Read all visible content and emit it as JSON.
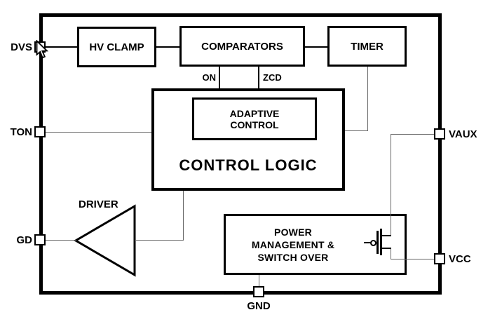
{
  "diagram": {
    "title_hint": "IC functional block diagram",
    "colors": {
      "background": "#ffffff",
      "line": "#000000",
      "thin_line": "#666666",
      "block_fill": "#ffffff",
      "text": "#000000"
    },
    "blocks": {
      "hv_clamp": "HV CLAMP",
      "comparators": "COMPARATORS",
      "timer": "TIMER",
      "adaptive_line1": "ADAPTIVE",
      "adaptive_line2": "CONTROL",
      "control_logic": "CONTROL LOGIC",
      "power_line1": "POWER",
      "power_line2": "MANAGEMENT &",
      "power_line3": "SWITCH OVER",
      "driver": "DRIVER"
    },
    "signals": {
      "on": "ON",
      "zcd": "ZCD"
    },
    "pins": {
      "dvs": "DVS",
      "ton": "TON",
      "gd": "GD",
      "vaux": "VAUX",
      "vcc": "VCC",
      "gnd": "GND"
    },
    "icons": {
      "mosfet": "pmos-transistor",
      "cursor": "mouse-arrow-cursor"
    }
  }
}
